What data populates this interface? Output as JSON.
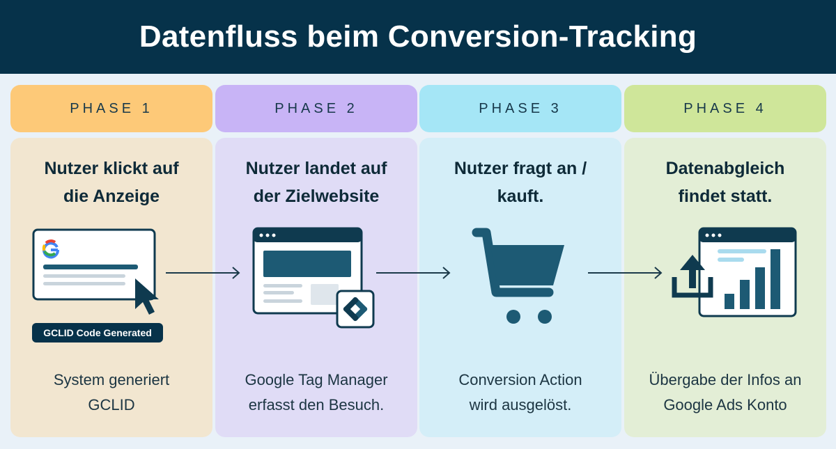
{
  "title": "Datenfluss beim Conversion-Tracking",
  "colors": {
    "header_bg": "#06324a",
    "page_bg": "#e9f1f8",
    "icon_dark": "#1d5a74"
  },
  "phases": [
    {
      "label": "PHASE 1",
      "tab_color": "#fdc978",
      "card_color": "#f2e6d0",
      "title_line1": "Nutzer klickt auf",
      "title_line2": "die Anzeige",
      "desc_line1": "System generiert",
      "desc_line2": "GCLID",
      "badge": "GCLID Code Generated"
    },
    {
      "label": "PHASE 2",
      "tab_color": "#c8b4f6",
      "card_color": "#e0dcf6",
      "title_line1": "Nutzer landet auf",
      "title_line2": "der Zielwebsite",
      "desc_line1": "Google Tag Manager",
      "desc_line2": "erfasst den Besuch."
    },
    {
      "label": "PHASE 3",
      "tab_color": "#a5e6f6",
      "card_color": "#d4eef8",
      "title_line1": "Nutzer fragt an /",
      "title_line2": "kauft.",
      "desc_line1": "Conversion Action",
      "desc_line2": "wird ausgelöst."
    },
    {
      "label": "PHASE 4",
      "tab_color": "#cfe69a",
      "card_color": "#e3eed6",
      "title_line1": "Datenabgleich",
      "title_line2": "findet statt.",
      "desc_line1": "Übergabe der Infos an",
      "desc_line2": "Google Ads Konto"
    }
  ]
}
